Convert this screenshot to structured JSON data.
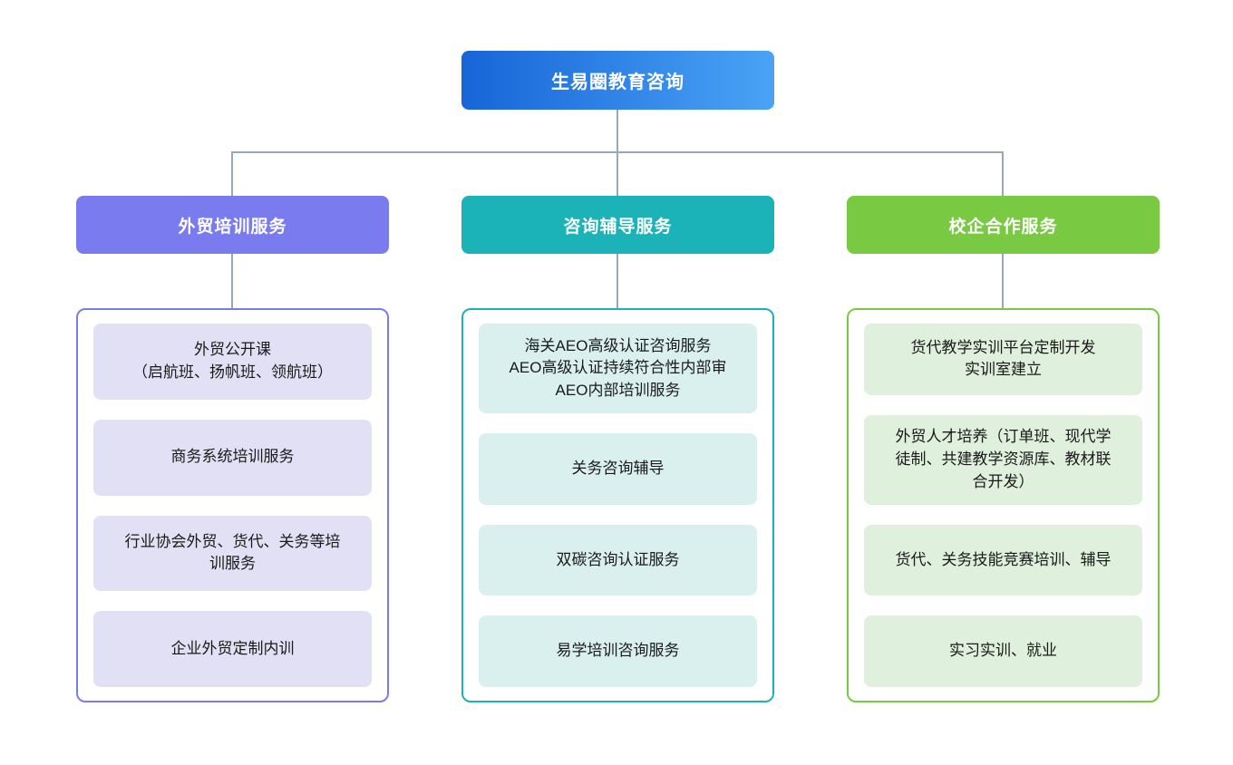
{
  "diagram": {
    "type": "organization-chart",
    "root": {
      "label": "生易圈教育咨询",
      "gradient_from": "#1765d8",
      "gradient_to": "#4aa3f5"
    },
    "connector_color": "#9aa8b4",
    "columns": [
      {
        "header": "外贸培训服务",
        "header_color": "#7b7bf0",
        "border_color": "#7b7bf0",
        "card_color": "#e2e0f4",
        "items": [
          {
            "lines": [
              "外贸公开课",
              "（启航班、扬帆班、领航班）"
            ]
          },
          {
            "lines": [
              "商务系统培训服务"
            ]
          },
          {
            "lines": [
              "行业协会外贸、货代、关务等培",
              "训服务"
            ]
          },
          {
            "lines": [
              "企业外贸定制内训"
            ]
          }
        ]
      },
      {
        "header": "咨询辅导服务",
        "header_color": "#1bb3b8",
        "border_color": "#1bb3b8",
        "card_color": "#daf0ef",
        "items": [
          {
            "lines": [
              "海关AEO高级认证咨询服务",
              "AEO高级认证持续符合性内部审",
              "AEO内部培训服务"
            ]
          },
          {
            "lines": [
              "关务咨询辅导"
            ]
          },
          {
            "lines": [
              "双碳咨询认证服务"
            ]
          },
          {
            "lines": [
              "易学培训咨询服务"
            ]
          }
        ]
      },
      {
        "header": "校企合作服务",
        "header_color": "#7ac943",
        "border_color": "#7ac943",
        "card_color": "#dff0dc",
        "items": [
          {
            "lines": [
              "货代教学实训平台定制开发",
              "实训室建立"
            ]
          },
          {
            "lines": [
              "外贸人才培养（订单班、现代学",
              "徒制、共建教学资源库、教材联",
              "合开发）"
            ]
          },
          {
            "lines": [
              "货代、关务技能竞赛培训、辅导"
            ]
          },
          {
            "lines": [
              "实习实训、就业"
            ]
          }
        ]
      }
    ]
  }
}
